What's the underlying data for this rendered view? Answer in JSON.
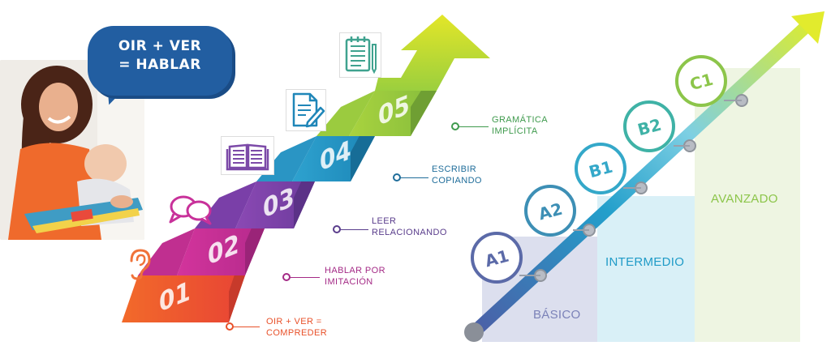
{
  "bubble": {
    "line1": "OIR + VER",
    "line2": "= HABLAR"
  },
  "steps": [
    {
      "number": "01",
      "label_line1": "OIR + VER =",
      "label_line2": "COMPREDER",
      "color": "#e8512a",
      "label_color": "#e8512a"
    },
    {
      "number": "02",
      "label_line1": "HABLAR POR",
      "label_line2": "IMITACIÓN",
      "color": "#c42d8f",
      "label_color": "#a42a86"
    },
    {
      "number": "03",
      "label_line1": "LEER",
      "label_line2": "RELACIONANDO",
      "color": "#7c3fa4",
      "label_color": "#5a3d8c"
    },
    {
      "number": "04",
      "label_line1": "ESCRIBIR",
      "label_line2": "COPIANDO",
      "color": "#1f8fbf",
      "label_color": "#1f6d9a"
    },
    {
      "number": "05",
      "label_line1": "GRAMÁTICA",
      "label_line2": "IMPLÍCITA",
      "color": "#96c63e",
      "label_color": "#3f9a4d"
    }
  ],
  "step_icons": [
    "ear-icon",
    "speech-bubbles-icon",
    "open-book-icon",
    "document-pen-icon",
    "notepad-icon"
  ],
  "levels": [
    {
      "badge": "A1",
      "color": "#5b6aa8"
    },
    {
      "badge": "A2",
      "color": "#3d8fb5"
    },
    {
      "badge": "B1",
      "color": "#34a8c9"
    },
    {
      "badge": "B2",
      "color": "#3fb2a6"
    },
    {
      "badge": "C1",
      "color": "#8cc54a"
    }
  ],
  "bands": [
    {
      "label": "BÁSICO",
      "color": "#7b82b8",
      "bg": "#dcdfee"
    },
    {
      "label": "INTERMEDIO",
      "color": "#1f9bc7",
      "bg": "#d9f0f7"
    },
    {
      "label": "AVANZADO",
      "color": "#8cc54a",
      "bg": "#eef5e2"
    }
  ]
}
